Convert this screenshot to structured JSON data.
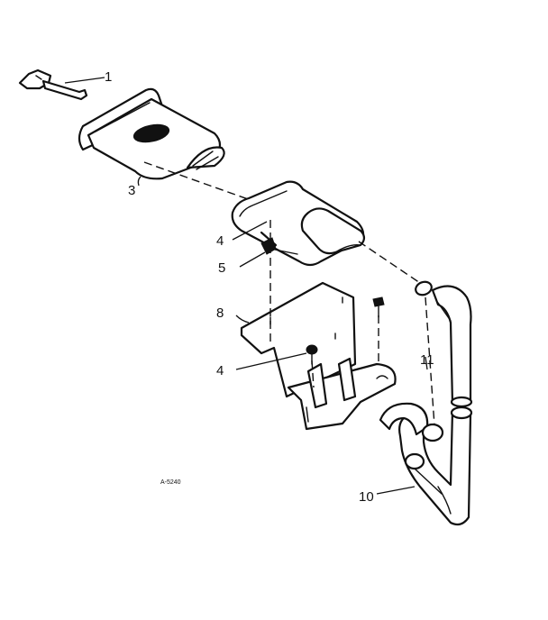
{
  "diagram": {
    "labels": {
      "p1": "1",
      "p3": "3",
      "p4a": "4",
      "p5": "5",
      "p8": "8",
      "p4b": "4",
      "p11": "11",
      "p10": "10"
    },
    "drawing_code": "A-5240"
  },
  "colors": {
    "ink": "#111111",
    "paper": "#ffffff"
  }
}
